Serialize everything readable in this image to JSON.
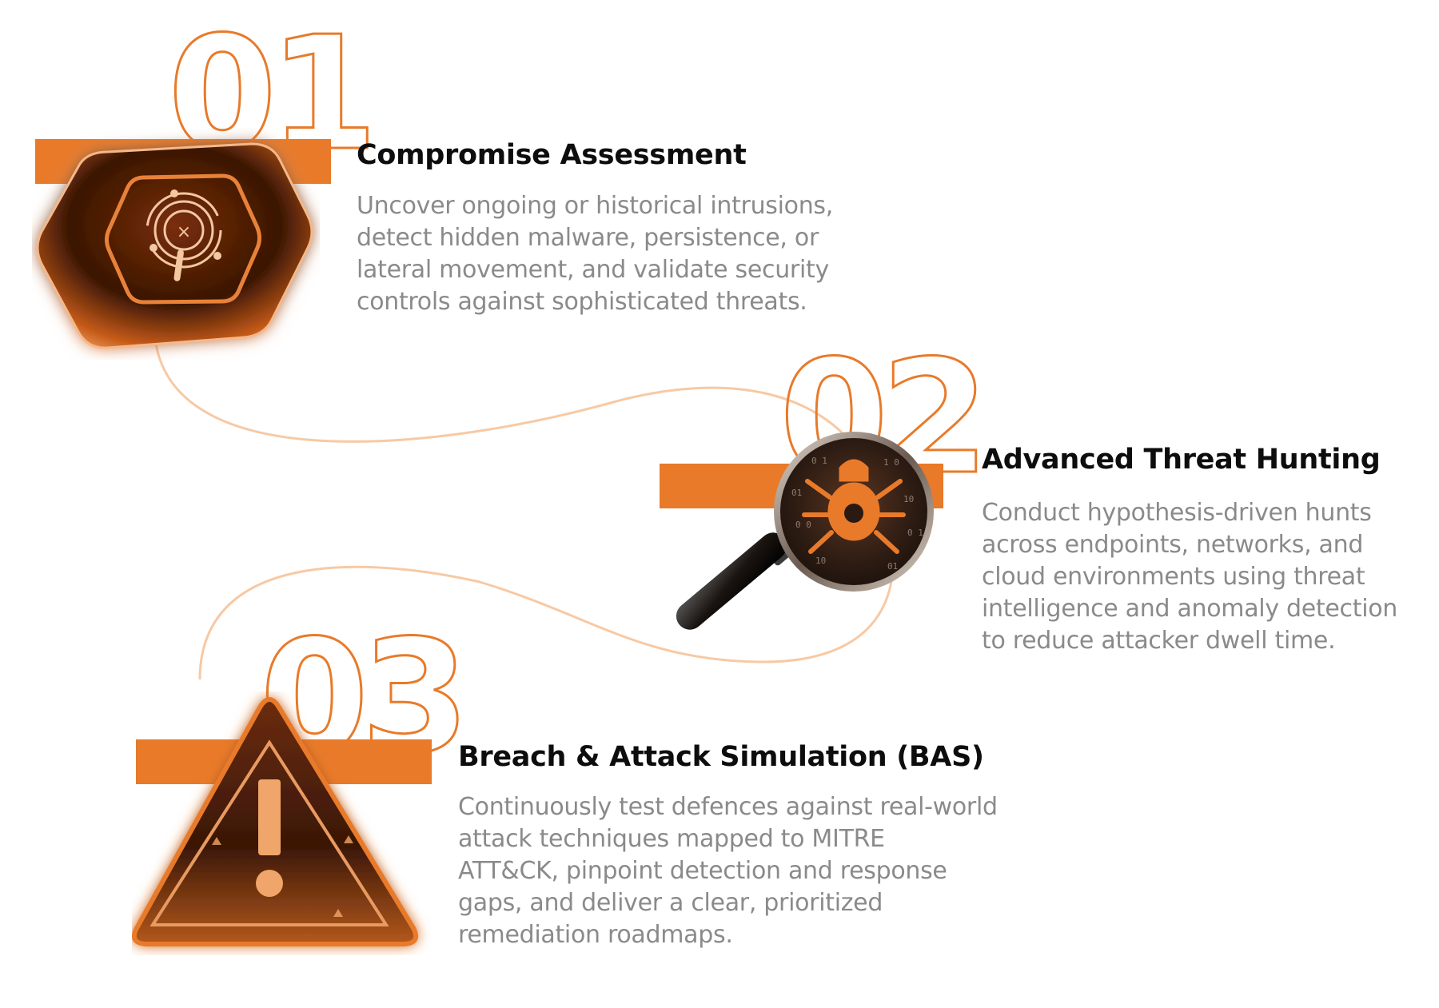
{
  "colors": {
    "accent": "#E87A2A",
    "title": "#0d0d0d",
    "description": "#8a8a8a",
    "connector": "#F7C9A4"
  },
  "items": [
    {
      "number": "01",
      "title": "Compromise Assessment",
      "icon": "hexagon-target-scan-icon",
      "description_lines": [
        "Uncover ongoing or historical intrusions,",
        "detect hidden malware, persistence, or",
        "lateral movement, and validate security",
        "controls against sophisticated threats."
      ]
    },
    {
      "number": "02",
      "title": "Advanced Threat Hunting",
      "icon": "magnifying-glass-bug-icon",
      "description_lines": [
        "Conduct hypothesis-driven hunts",
        "across endpoints, networks, and",
        "cloud environments using threat",
        "intelligence and anomaly detection",
        "to reduce attacker dwell time."
      ]
    },
    {
      "number": "03",
      "title": "Breach & Attack Simulation (BAS)",
      "icon": "warning-triangle-icon",
      "description_lines": [
        "Continuously test defences against real-world",
        "attack techniques mapped to MITRE",
        "ATT&CK, pinpoint detection and response",
        "gaps, and deliver a clear, prioritized",
        "remediation roadmaps."
      ]
    }
  ]
}
